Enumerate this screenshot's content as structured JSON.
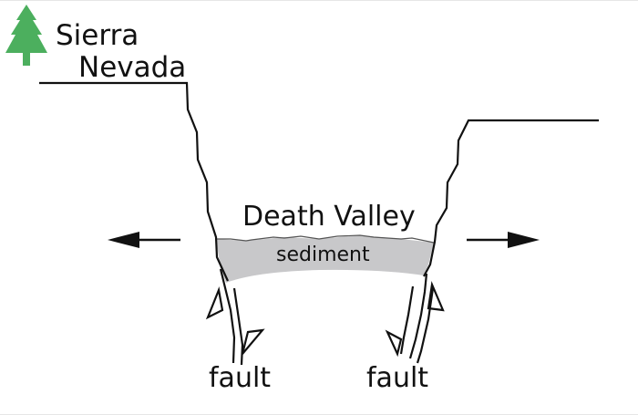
{
  "diagram": {
    "title_line1": "Sierra",
    "title_line2": "Nevada",
    "valley_label": "Death Valley",
    "sediment_label": "sediment",
    "fault_left_label": "fault",
    "fault_right_label": "fault",
    "colors": {
      "tree": "#4caf5e",
      "sediment": "#c8c8ca",
      "line": "#111111"
    },
    "icons": {
      "tree": "tree-icon",
      "arrow_left": "arrow-left-icon",
      "arrow_right": "arrow-right-icon"
    }
  }
}
